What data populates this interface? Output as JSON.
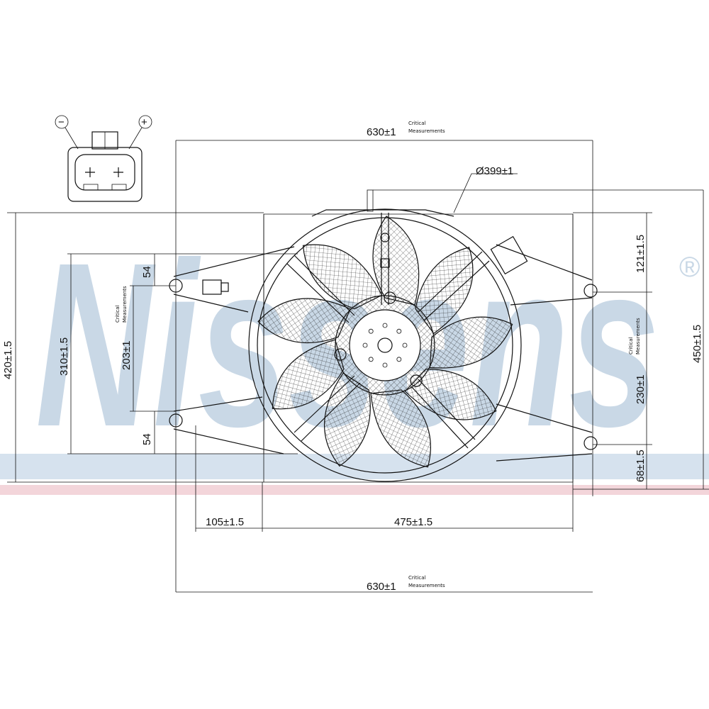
{
  "watermark": {
    "brand": "Nissens",
    "registered": "®"
  },
  "connector": {
    "minus": "−",
    "plus": "+"
  },
  "dimensions": {
    "top_width": "630±1",
    "bottom_width": "630±1",
    "critical_label_1": "Critical",
    "critical_label_2": "Measurements",
    "fan_diameter": "Ø399±1",
    "left_height": "420±1.5",
    "left_inner_height": "310±1.5",
    "mount_spacing": "203±1",
    "upper_offset": "54",
    "lower_offset": "54",
    "right_height": "450±1.5",
    "right_top": "121±1.5",
    "right_mount_spacing": "230±1",
    "right_bottom": "68±1.5",
    "left_offset": "105±1.5",
    "bottom_inner_width": "475±1.5"
  },
  "colors": {
    "watermark_blue": "#c9d8e6",
    "watermark_red": "#f3d5da",
    "line": "#111111"
  }
}
